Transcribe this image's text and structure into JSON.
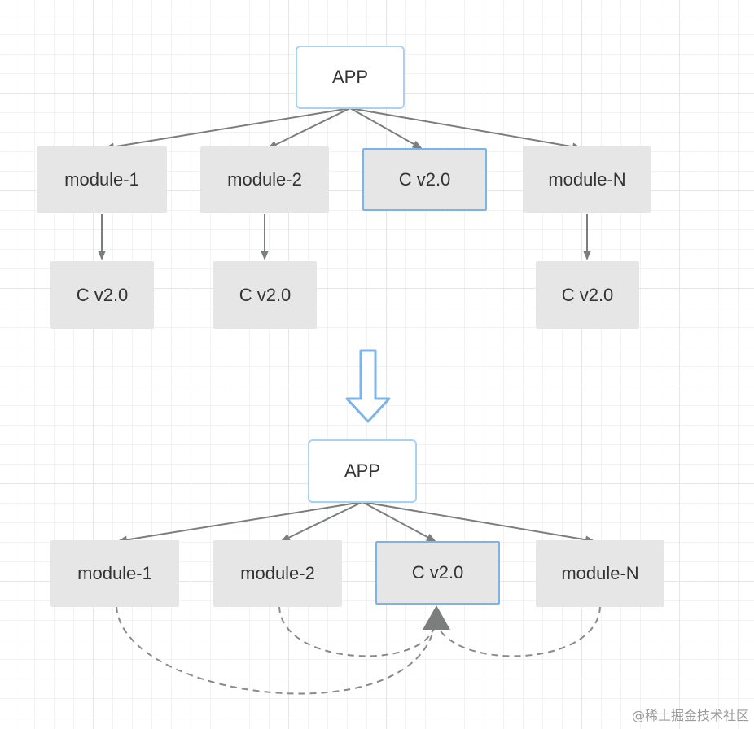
{
  "top_diagram": {
    "app": "APP",
    "modules": [
      "module-1",
      "module-2",
      "C v2.0",
      "module-N"
    ],
    "deps": [
      "C v2.0",
      "C v2.0",
      "C v2.0"
    ]
  },
  "bottom_diagram": {
    "app": "APP",
    "modules": [
      "module-1",
      "module-2",
      "C v2.0",
      "module-N"
    ]
  },
  "watermark": "@稀土掘金技术社区",
  "colors": {
    "node_fill": "#e6e6e6",
    "highlight_border": "#7ab4ea",
    "arrow": "#7a7f7d",
    "dashed": "#8a8a8a",
    "transition_arrow": "#7ab4ea"
  }
}
